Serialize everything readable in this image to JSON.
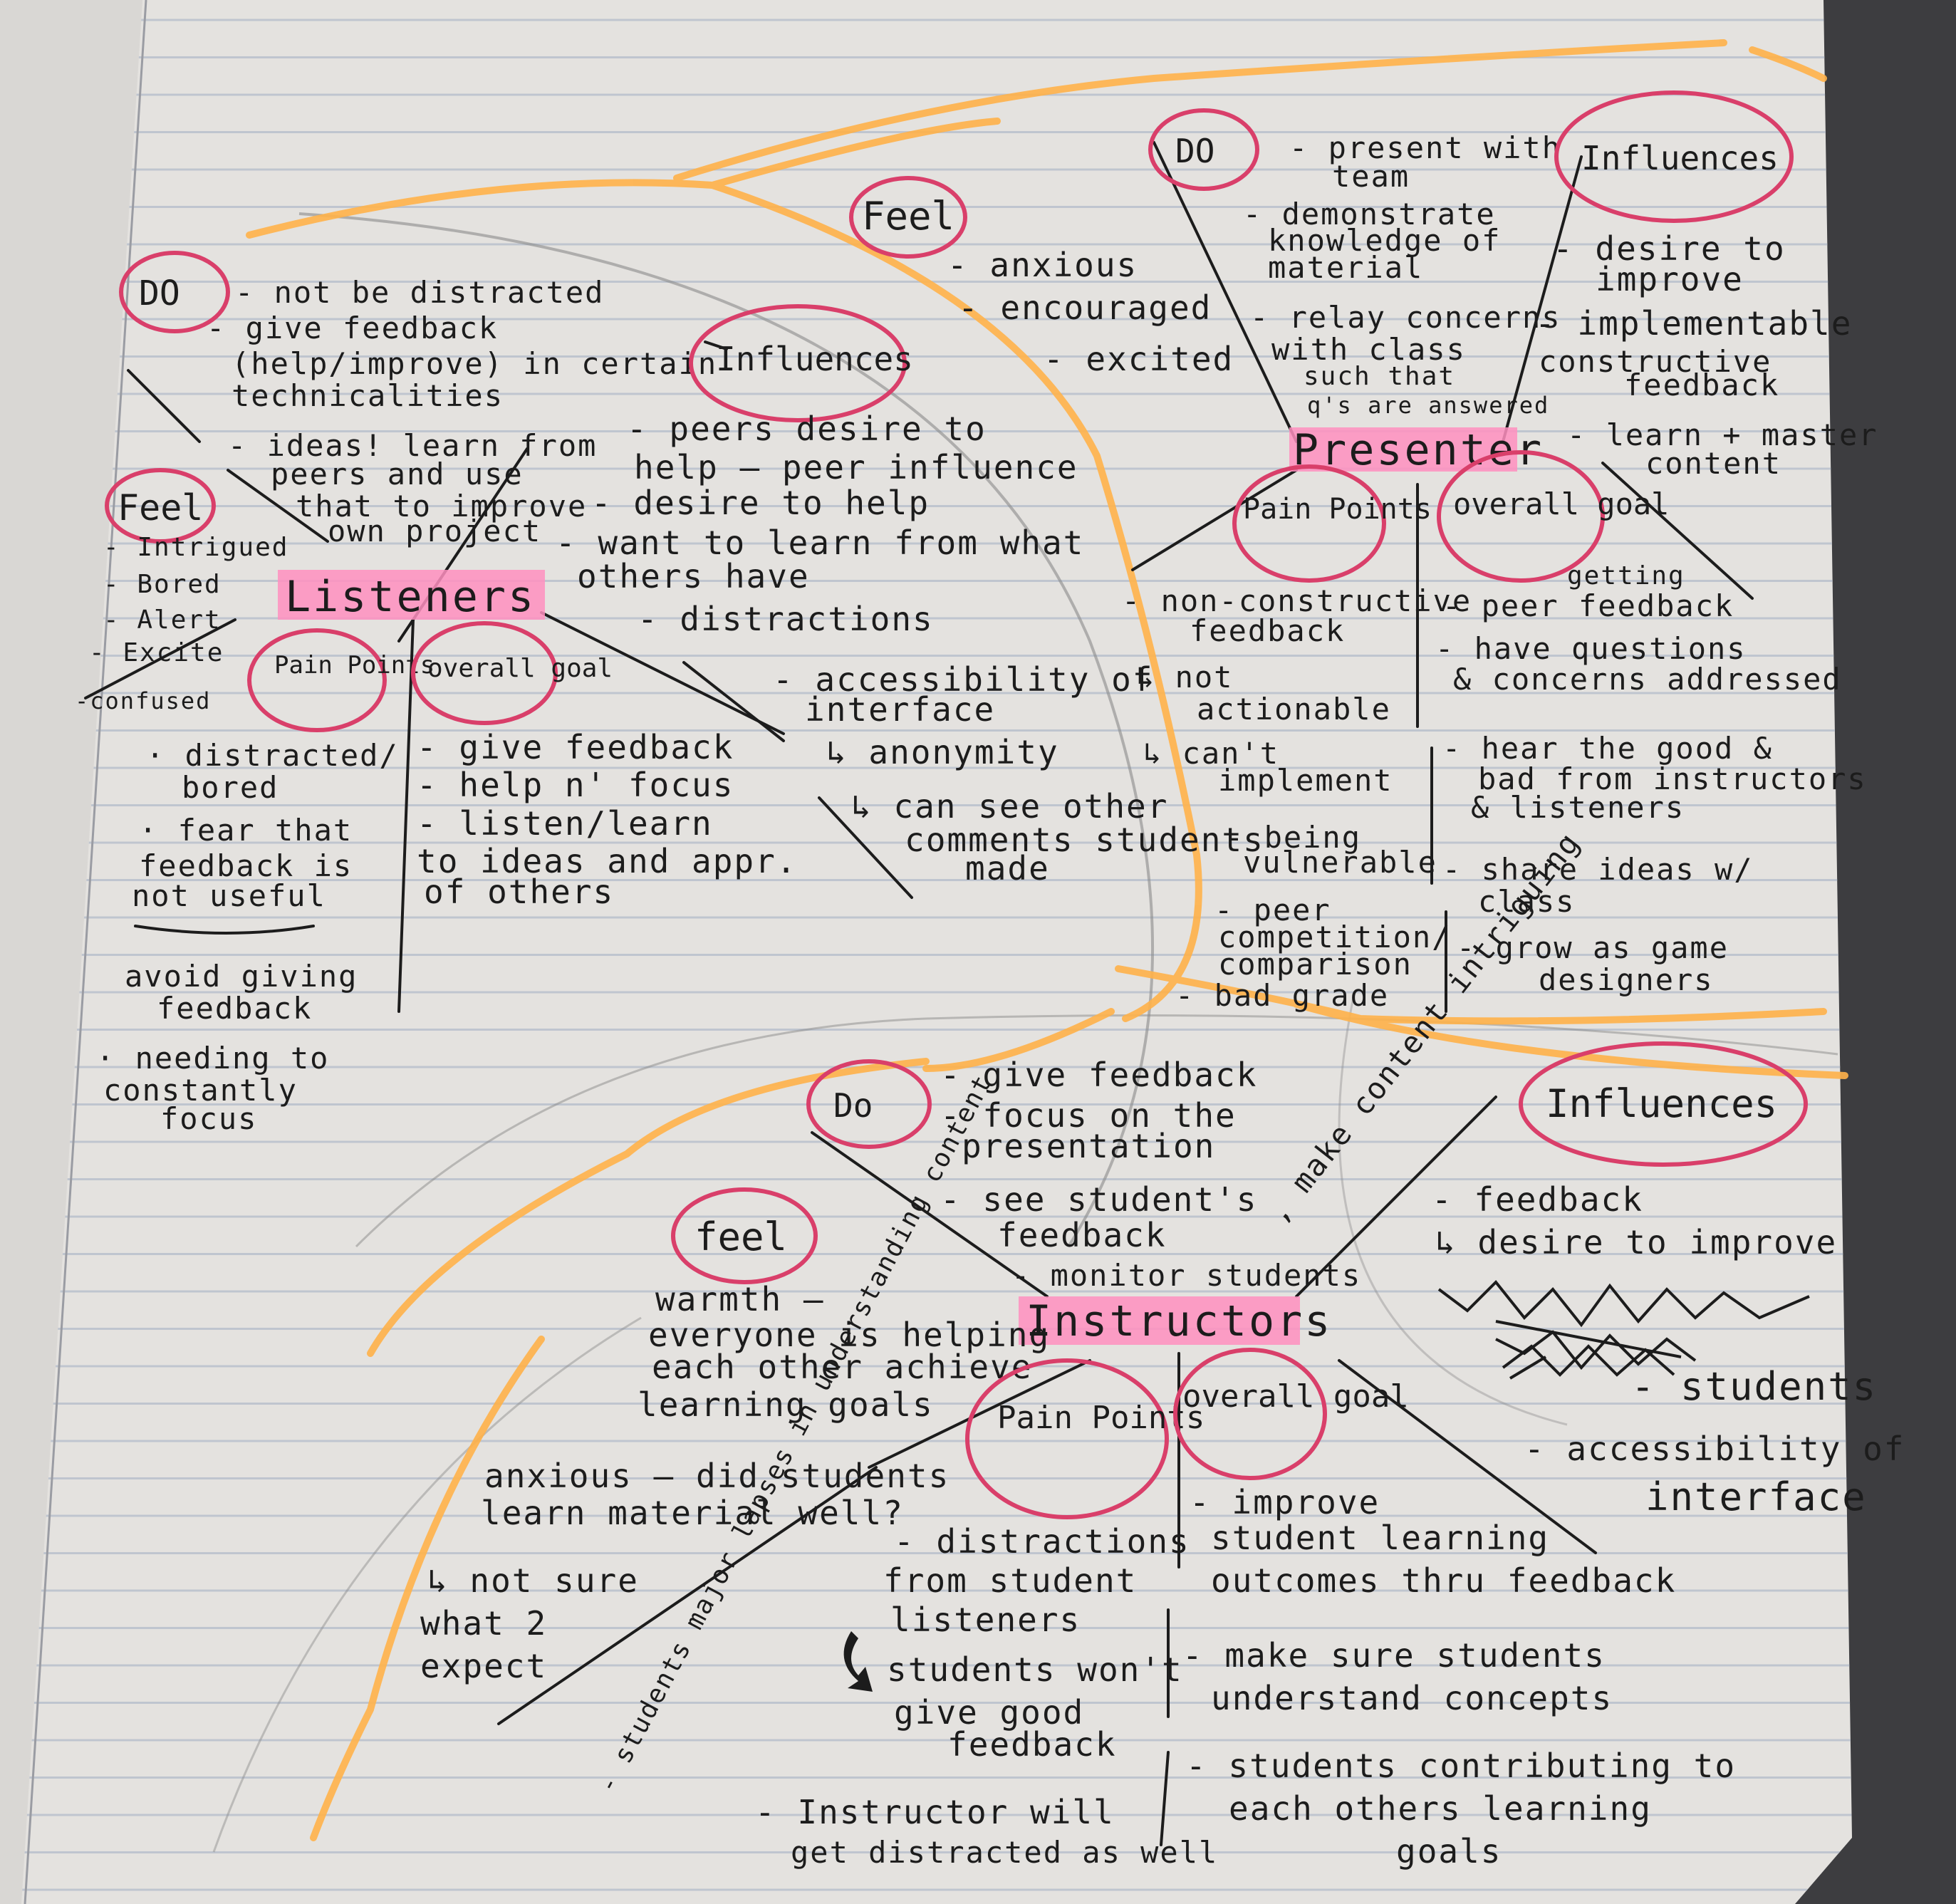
{
  "colors": {
    "paper": "#e4e2df",
    "rule_line": "#b9c0cc",
    "ink": "#1c1c1c",
    "circle": "#d93f6a",
    "highlight": "#ff8fc0",
    "orange": "#ffb24a"
  },
  "listeners": {
    "hub": "Listeners",
    "do_label": "DO",
    "do_lines": [
      "- not be distracted",
      "- give feedback",
      "(help/improve) in certain",
      "technicalities",
      "- ideas! learn from",
      "peers and use",
      "that to improve",
      "own project"
    ],
    "feel_label": "Feel",
    "feel_lines": [
      "- Intrigued",
      "- Bored",
      "- Alert",
      "- Excite",
      "-confused"
    ],
    "influences_label": "Influences",
    "influences_lines": [
      "- peers desire to",
      "help — peer influence",
      "- desire to help",
      "- want to learn from what",
      "others have"
    ],
    "pain_label": "Pain Points",
    "pain_lines": [
      "· distracted/",
      "bored",
      "· fear that",
      "feedback is",
      "not useful",
      "avoid giving",
      "feedback",
      "· needing to",
      "constantly",
      "focus"
    ],
    "goal_label": "overall goal",
    "goal_lines": [
      "- give feedback",
      "- help n' focus",
      "- listen/learn",
      "to ideas and appr.",
      "of others"
    ],
    "extra_lines": [
      "- distractions",
      "- accessibility of",
      "interface",
      "↳ anonymity",
      "↳ can see other",
      "comments students",
      "made"
    ]
  },
  "presenter": {
    "hub": "Presenter",
    "do_label": "DO",
    "do_lines": [
      "- present with",
      "team",
      "- demonstrate",
      "knowledge of",
      "material",
      "- relay concerns",
      "with class",
      "such that",
      "q's are answered"
    ],
    "feel_label": "Feel",
    "feel_lines": [
      "- anxious",
      "- encouraged",
      "- excited"
    ],
    "influences_label": "Influences",
    "influences_lines": [
      "- desire to",
      "improve",
      "- implementable",
      "constructive",
      "feedback",
      "- learn + master",
      "content"
    ],
    "pain_label": "Pain Points",
    "pain_lines": [
      "- non-constructive",
      "feedback",
      "↳ not",
      "actionable",
      "↳ can't",
      "implement",
      "- being",
      "vulnerable",
      "- peer",
      "competition/",
      "comparison",
      "- bad grade"
    ],
    "goal_label": "overall goal",
    "goal_lines": [
      "getting",
      "- peer feedback",
      "- have questions",
      "& concerns addressed",
      "- hear the good &",
      "bad from instructors",
      "& listeners",
      "- share ideas w/",
      "class",
      "- grow as game",
      "designers"
    ]
  },
  "instructors": {
    "hub": "Instructors",
    "do_label": "Do",
    "do_lines": [
      "- give feedback",
      "- focus on the",
      "presentation",
      "- see student's",
      "feedback",
      "- monitor students"
    ],
    "do_side": ", make content intriguing",
    "feel_label": "feel",
    "feel_lines": [
      "warmth —",
      "everyone is helping",
      "each other achieve",
      "learning goals",
      "anxious — did students",
      "learn material well?",
      "↳ not sure",
      "what 2",
      "expect"
    ],
    "feel_side": "- students major lapses in understanding content",
    "influences_label": "Influences",
    "influences_lines": [
      "- feedback",
      "↳ desire to improve",
      "- students",
      "- accessibility of",
      "interface"
    ],
    "pain_label": "Pain Points",
    "pain_lines": [
      "- distractions",
      "from student",
      "listeners",
      "students won't",
      "give good",
      "feedback",
      "- Instructor will",
      "get distracted as well"
    ],
    "goal_label": "overall goal",
    "goal_lines": [
      "- improve",
      "student learning",
      "outcomes thru feedback",
      "- make sure students",
      "understand concepts",
      "- students contributing to",
      "each others learning",
      "goals"
    ]
  }
}
